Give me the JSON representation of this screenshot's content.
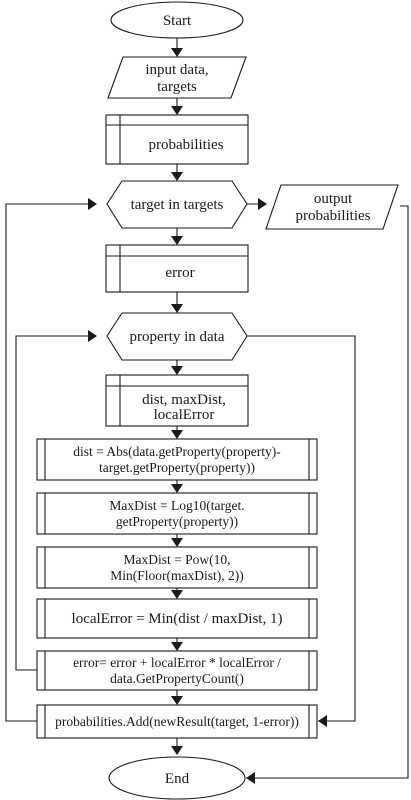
{
  "nodes": {
    "start": "Start",
    "input": [
      "input data,",
      "targets"
    ],
    "probabilities": "probabilities",
    "loop_targets": "target in targets",
    "output": [
      "output",
      "probabilities"
    ],
    "error": "error",
    "loop_properties": "property in data",
    "vars": [
      "dist, maxDist,",
      "localError"
    ],
    "dist": [
      "dist = Abs(data.getProperty(property)-",
      "target.getProperty(property))"
    ],
    "maxdist_log": [
      "MaxDist = Log10(target.",
      "getProperty(property))"
    ],
    "maxdist_pow": [
      "MaxDist = Pow(10,",
      "Min(Floor(maxDist), 2))"
    ],
    "local_error": "localError = Min(dist / maxDist, 1)",
    "error_update": [
      "error= error + localError * localError /",
      "data.GetPropertyCount()"
    ],
    "add_result": "probabilities.Add(newResult(target, 1-error))",
    "end": "End"
  }
}
